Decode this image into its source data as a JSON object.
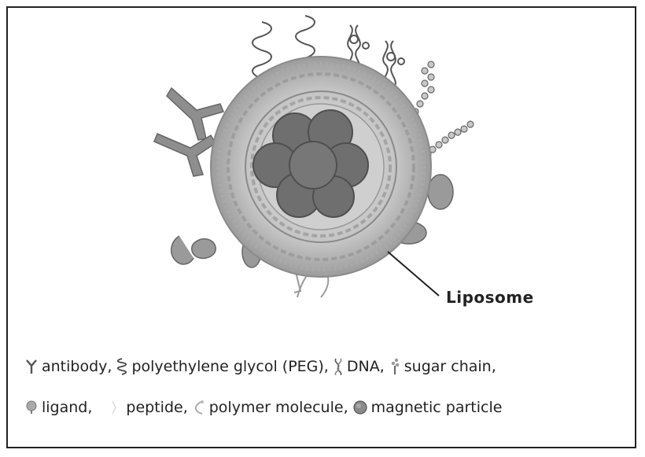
{
  "callout": {
    "label": "Liposome"
  },
  "legend": {
    "row1": [
      {
        "icon": "antibody-icon",
        "text": "antibody,"
      },
      {
        "icon": "peg-icon",
        "text": "polyethylene glycol (PEG),"
      },
      {
        "icon": "dna-icon",
        "text": "DNA,"
      },
      {
        "icon": "sugar-chain-icon",
        "text": "sugar chain,"
      }
    ],
    "row2": [
      {
        "icon": "ligand-icon",
        "text": "ligand,"
      },
      {
        "icon": "peptide-icon",
        "text": "peptide,"
      },
      {
        "icon": "polymer-molecule-icon",
        "text": "polymer molecule,"
      },
      {
        "icon": "magnetic-particle-icon",
        "text": "magnetic particle"
      }
    ]
  },
  "colors": {
    "membrane": "#b9b9b9",
    "core": "#6f6f6f",
    "outline": "#555555",
    "text": "#222222"
  }
}
